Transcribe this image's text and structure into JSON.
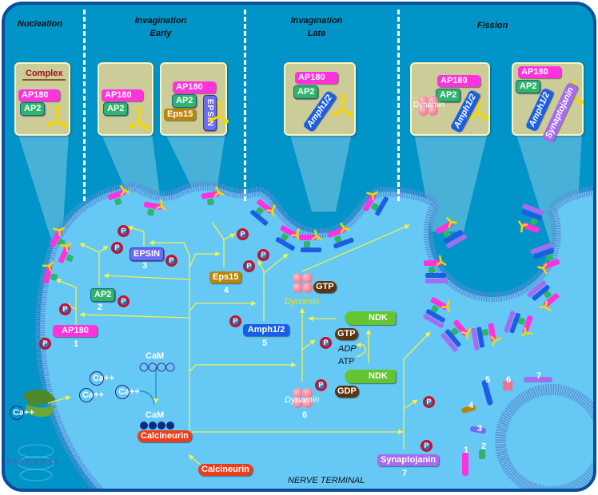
{
  "stages": {
    "nucleation": "Nucleation",
    "inv_early": "Invagination\nEarly",
    "inv_late": "Invagination\nLate",
    "fission": "Fission"
  },
  "insets": {
    "complex": {
      "title": "Complex",
      "ap180": "AP180",
      "ap2": "AP2"
    },
    "early1": {
      "ap180": "AP180",
      "ap2": "AP2"
    },
    "early2": {
      "ap180": "AP180",
      "ap2": "AP2",
      "eps15": "Eps15",
      "epsin": "EPSIN"
    },
    "late": {
      "ap180": "AP180",
      "ap2": "AP2",
      "amph": "Amph1/2"
    },
    "fission1": {
      "ap180": "AP180",
      "ap2": "AP2",
      "dynamin": "Dynamin",
      "amph": "Amph1/2"
    },
    "fission2": {
      "ap180": "AP180",
      "ap2": "AP2",
      "amph": "Amph1/2",
      "synj": "Synaptojanin"
    }
  },
  "molecules": {
    "ap180": {
      "label": "AP180",
      "num": "1"
    },
    "ap2": {
      "label": "AP2",
      "num": "2"
    },
    "epsin": {
      "label": "EPSIN",
      "num": "3"
    },
    "eps15": {
      "label": "Eps15",
      "num": "4"
    },
    "amph": {
      "label": "Amph1/2",
      "num": "5"
    },
    "dynamin_gtp": {
      "label": "Dynamin",
      "gtp": "GTP"
    },
    "dynamin": {
      "label": "Dynamin",
      "num": "6"
    },
    "synj": {
      "label": "Synaptojanin",
      "num": "7"
    },
    "ndk_gtp": {
      "label": "NDK",
      "gtp": "GTP"
    },
    "ndk_gdp": {
      "label": "NDK",
      "gdp": "GDP"
    },
    "adp": "ADP",
    "atp": "ATP",
    "cam_free": "CaM",
    "cam_bound": "CaM",
    "calcineurin_active": "Calcineurin",
    "calcineurin": "Calcineurin",
    "ca": "Ca++",
    "phospho": "P"
  },
  "legend": [
    "1",
    "2",
    "3",
    "4",
    "5",
    "6",
    "7"
  ],
  "compartment": "NERVE TERMINAL",
  "logo": "BIOCARTA",
  "colors": {
    "ap180": "#ff33dd",
    "ap2": "#2fb46a",
    "epsin": "#6d6df2",
    "eps15": "#b8860b",
    "amph": "#1a5ee6",
    "synj": "#a66cf0",
    "arrow": "#f2f24a"
  }
}
